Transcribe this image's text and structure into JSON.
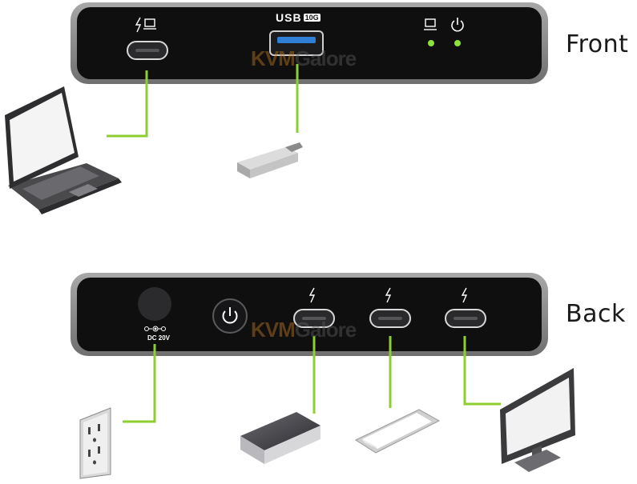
{
  "labels": {
    "front": "Front",
    "back": "Back",
    "usb_text": "USB",
    "usb_badge": "10G",
    "dc_text": "DC 20V"
  },
  "watermark": {
    "brand_a": "KVM",
    "brand_b": "Galore"
  },
  "colors": {
    "panel_body": "#0f0f10",
    "panel_frame": "#8e8e8e",
    "cable": "#8ccf2f",
    "led": "#8ee03a",
    "usb_port": "#2f7fd6"
  },
  "icons": {
    "front": [
      "thunderbolt-computer-icon",
      "computer-icon",
      "power-icon"
    ],
    "back": [
      "power-button-icon",
      "thunderbolt-icon",
      "thunderbolt-icon",
      "thunderbolt-icon",
      "dc-polarity-icon"
    ],
    "devices": [
      "laptop-icon",
      "usb-flash-drive-icon",
      "wall-outlet-icon",
      "external-drive-icon",
      "smartphone-icon",
      "monitor-icon"
    ]
  }
}
